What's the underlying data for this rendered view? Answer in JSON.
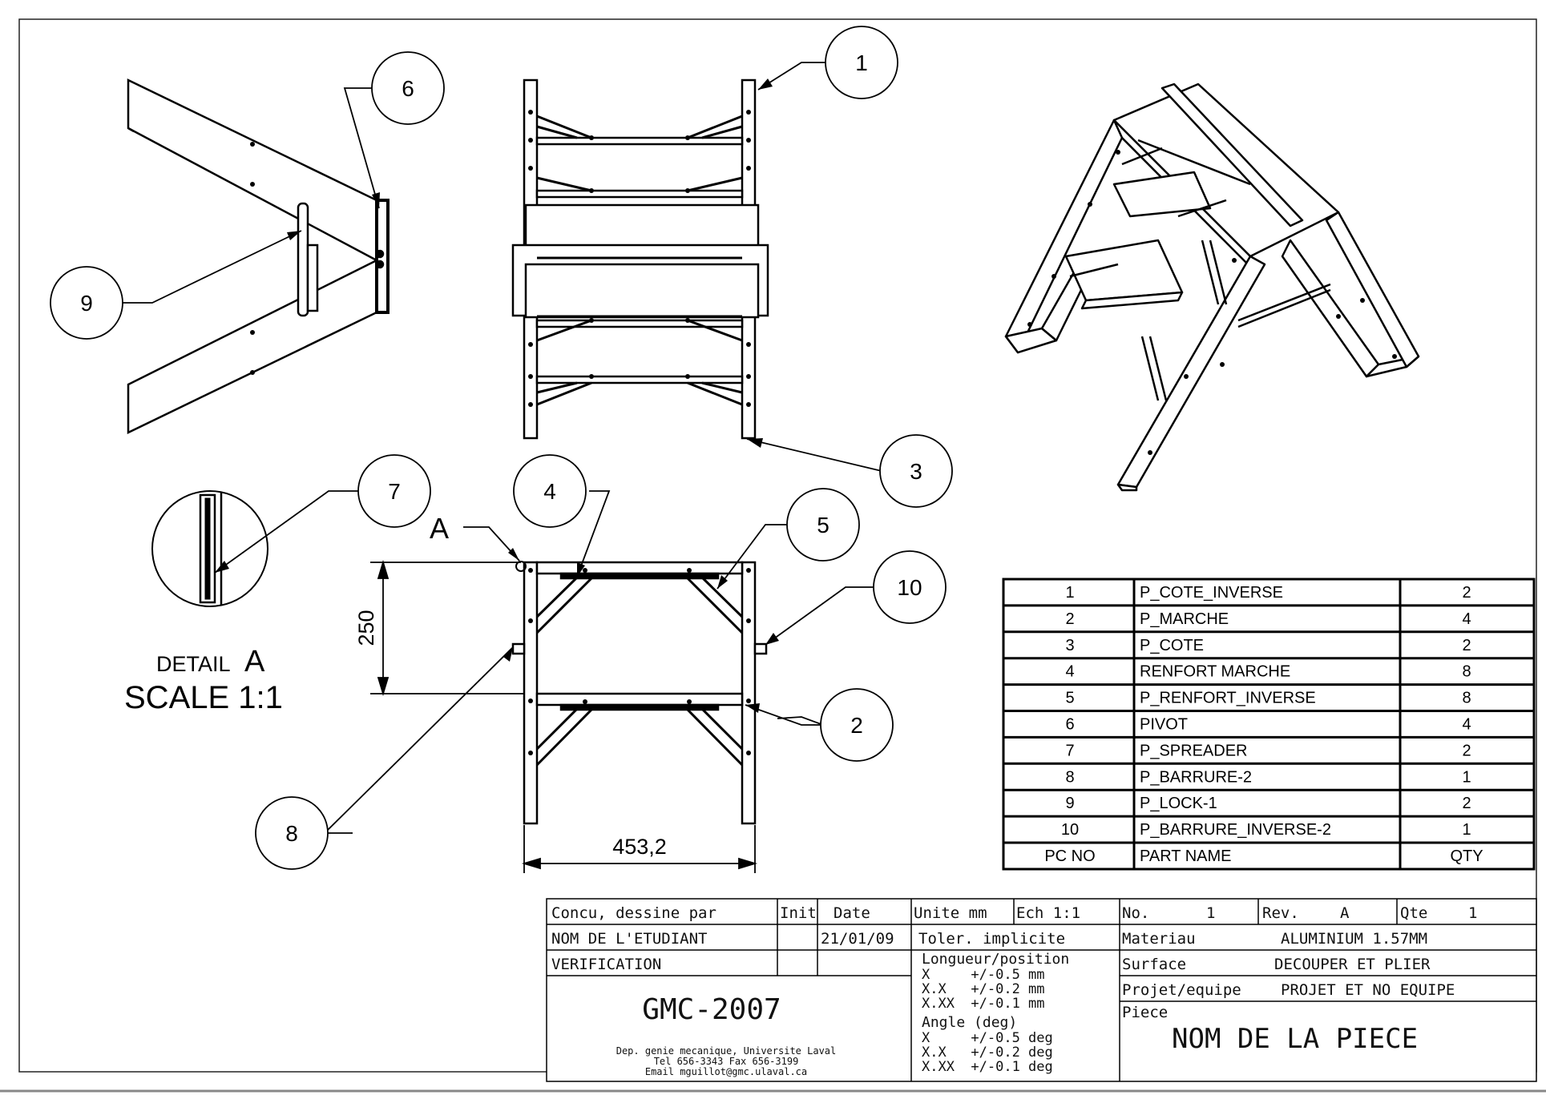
{
  "balloons": [
    "1",
    "2",
    "3",
    "4",
    "5",
    "6",
    "7",
    "8",
    "9",
    "10"
  ],
  "detail": {
    "label_word": "DETAIL",
    "label_letter": "A",
    "scale": "SCALE 1:1",
    "callout": "A"
  },
  "dimensions": {
    "height": "250",
    "width": "453,2"
  },
  "bom": {
    "rows": [
      {
        "pc": "1",
        "name": "P_COTE_INVERSE",
        "qty": "2"
      },
      {
        "pc": "2",
        "name": "P_MARCHE",
        "qty": "4"
      },
      {
        "pc": "3",
        "name": "P_COTE",
        "qty": "2"
      },
      {
        "pc": "4",
        "name": "RENFORT MARCHE",
        "qty": "8"
      },
      {
        "pc": "5",
        "name": "P_RENFORT_INVERSE",
        "qty": "8"
      },
      {
        "pc": "6",
        "name": "PIVOT",
        "qty": "4"
      },
      {
        "pc": "7",
        "name": "P_SPREADER",
        "qty": "2"
      },
      {
        "pc": "8",
        "name": "P_BARRURE-2",
        "qty": "1"
      },
      {
        "pc": "9",
        "name": "P_LOCK-1",
        "qty": "2"
      },
      {
        "pc": "10",
        "name": "P_BARRURE_INVERSE-2",
        "qty": "1"
      }
    ],
    "header": {
      "pc": "PC NO",
      "name": "PART NAME",
      "qty": "QTY"
    }
  },
  "title_block": {
    "designed_by": "Concu, dessine par",
    "init": "Init",
    "date_label": "Date",
    "units": "Unite mm",
    "scale": "Ech  1:1",
    "no_label": "No.",
    "no_value": "1",
    "rev_label": "Rev.",
    "rev_value": "A",
    "qty_label": "Qte",
    "qty_value": "1",
    "student": "NOM DE L'ETUDIANT",
    "date_value": "21/01/09",
    "tolerance": "Toler. implicite",
    "material_label": "Materiau",
    "material_value": "ALUMINIUM 1.57MM",
    "verification": "VERIFICATION",
    "length_header": "Longueur/position",
    "tol_x": "X     +/-0.5 mm",
    "tol_xx": "X.X   +/-0.2 mm",
    "tol_xxx": "X.XX  +/-0.1 mm",
    "angle_header": "Angle (deg)",
    "ang_x": "X     +/-0.5 deg",
    "ang_xx": "X.X   +/-0.2 deg",
    "ang_xxx": "X.XX  +/-0.1 deg",
    "surface_label": "Surface",
    "surface_value": "DECOUPER ET PLIER",
    "project_label": "Projet/equipe",
    "project_value": "PROJET ET NO EQUIPE",
    "piece_label": "Piece",
    "piece_value": "NOM DE LA PIECE",
    "course": "GMC-2007",
    "dept": "Dep. genie mecanique, Universite Laval",
    "phone": "Tel 656-3343  Fax 656-3199",
    "email": "Email mguillot@gmc.ulaval.ca"
  }
}
